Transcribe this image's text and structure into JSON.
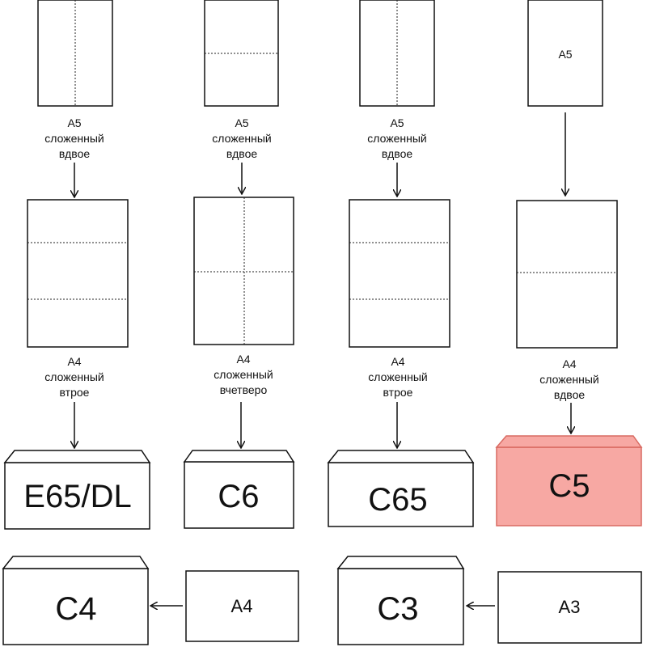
{
  "columns": [
    {
      "top_sheet_label": "",
      "top_caption": [
        "A5",
        "сложенный",
        "вдвое"
      ],
      "mid_caption": [
        "A4",
        "сложенный",
        "втрое"
      ],
      "envelope": "E65/DL"
    },
    {
      "top_sheet_label": "",
      "top_caption": [
        "A5",
        "сложенный",
        "вдвое"
      ],
      "mid_caption": [
        "A4",
        "сложенный",
        "вчетверо"
      ],
      "envelope": "C6"
    },
    {
      "top_sheet_label": "",
      "top_caption": [
        "A5",
        "сложенный",
        "вдвое"
      ],
      "mid_caption": [
        "A4",
        "сложенный",
        "втрое"
      ],
      "envelope": "C65"
    },
    {
      "top_sheet_label": "A5",
      "top_caption": [],
      "mid_caption": [
        "A4",
        "сложенный",
        "вдвое"
      ],
      "envelope": "C5"
    }
  ],
  "bottom": [
    {
      "envelope": "C4",
      "sheet": "A4"
    },
    {
      "envelope": "C3",
      "sheet": "A3"
    }
  ],
  "colors": {
    "highlight_fill": "#f7a8a3",
    "highlight_stroke": "#d96b63",
    "line": "#111111"
  }
}
